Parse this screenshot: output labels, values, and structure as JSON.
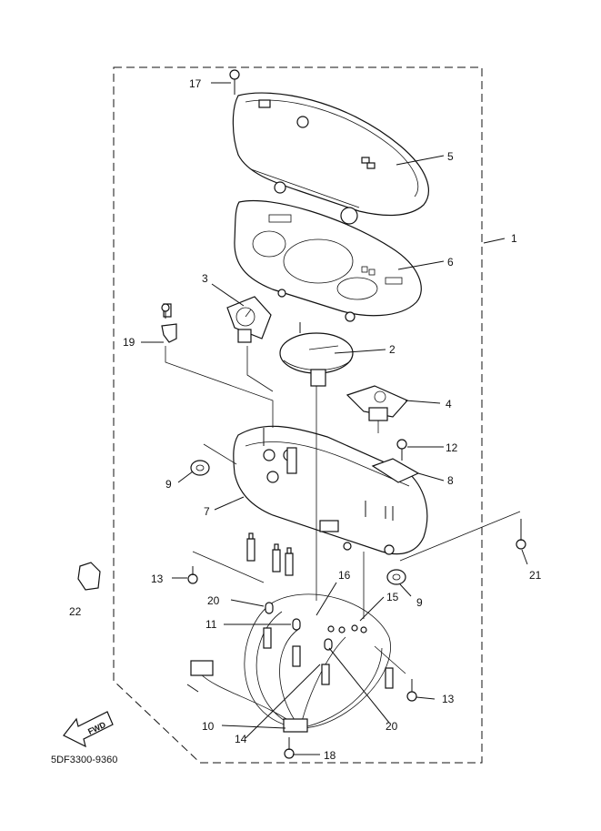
{
  "diagram_code": "5DF3300-9360",
  "fwd_label": "FWD",
  "callouts": [
    {
      "id": "c1",
      "label": "1"
    },
    {
      "id": "c2",
      "label": "2"
    },
    {
      "id": "c3",
      "label": "3"
    },
    {
      "id": "c4",
      "label": "4"
    },
    {
      "id": "c5",
      "label": "5"
    },
    {
      "id": "c6",
      "label": "6"
    },
    {
      "id": "c7",
      "label": "7"
    },
    {
      "id": "c8",
      "label": "8"
    },
    {
      "id": "c9a",
      "label": "9"
    },
    {
      "id": "c9b",
      "label": "9"
    },
    {
      "id": "c10",
      "label": "10"
    },
    {
      "id": "c11",
      "label": "11"
    },
    {
      "id": "c12",
      "label": "12"
    },
    {
      "id": "c13a",
      "label": "13"
    },
    {
      "id": "c13b",
      "label": "13"
    },
    {
      "id": "c14",
      "label": "14"
    },
    {
      "id": "c15",
      "label": "15"
    },
    {
      "id": "c16",
      "label": "16"
    },
    {
      "id": "c17",
      "label": "17"
    },
    {
      "id": "c18",
      "label": "18"
    },
    {
      "id": "c19",
      "label": "19"
    },
    {
      "id": "c20a",
      "label": "20"
    },
    {
      "id": "c20b",
      "label": "20"
    },
    {
      "id": "c21",
      "label": "21"
    },
    {
      "id": "c22",
      "label": "22"
    }
  ]
}
